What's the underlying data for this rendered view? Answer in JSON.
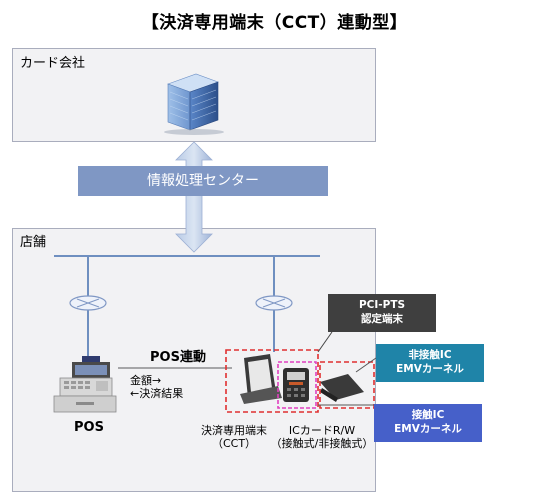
{
  "title": "【決済専用端末（CCT）連動型】",
  "card_company": {
    "label": "カード会社"
  },
  "center": {
    "label": "情報処理センター"
  },
  "store": {
    "label": "店舗"
  },
  "pos": {
    "label": "POS"
  },
  "pos_link": {
    "label": "POS連動"
  },
  "flow": {
    "line1": "金額→",
    "line2": "←決済結果"
  },
  "pci": {
    "line1": "PCI-PTS",
    "line2": "認定端末"
  },
  "contactless": {
    "line1": "非接触IC",
    "line2": "EMVカーネル"
  },
  "contact": {
    "line1": "接触IC",
    "line2": "EMVカーネル"
  },
  "cct": {
    "line1": "決済専用端末",
    "line2": "（CCT）"
  },
  "icrw": {
    "line1": "ICカードR/W",
    "line2": "（接触式/非接触式）"
  },
  "colors": {
    "box_bg": "#f2f2f4",
    "banner": "#7f97c4",
    "red_dash": "#e03030",
    "pink_dash": "#e040c0",
    "dark_tag": "#3f3f3f",
    "teal_tag": "#1f84a8",
    "blue_tag": "#4660c9"
  }
}
